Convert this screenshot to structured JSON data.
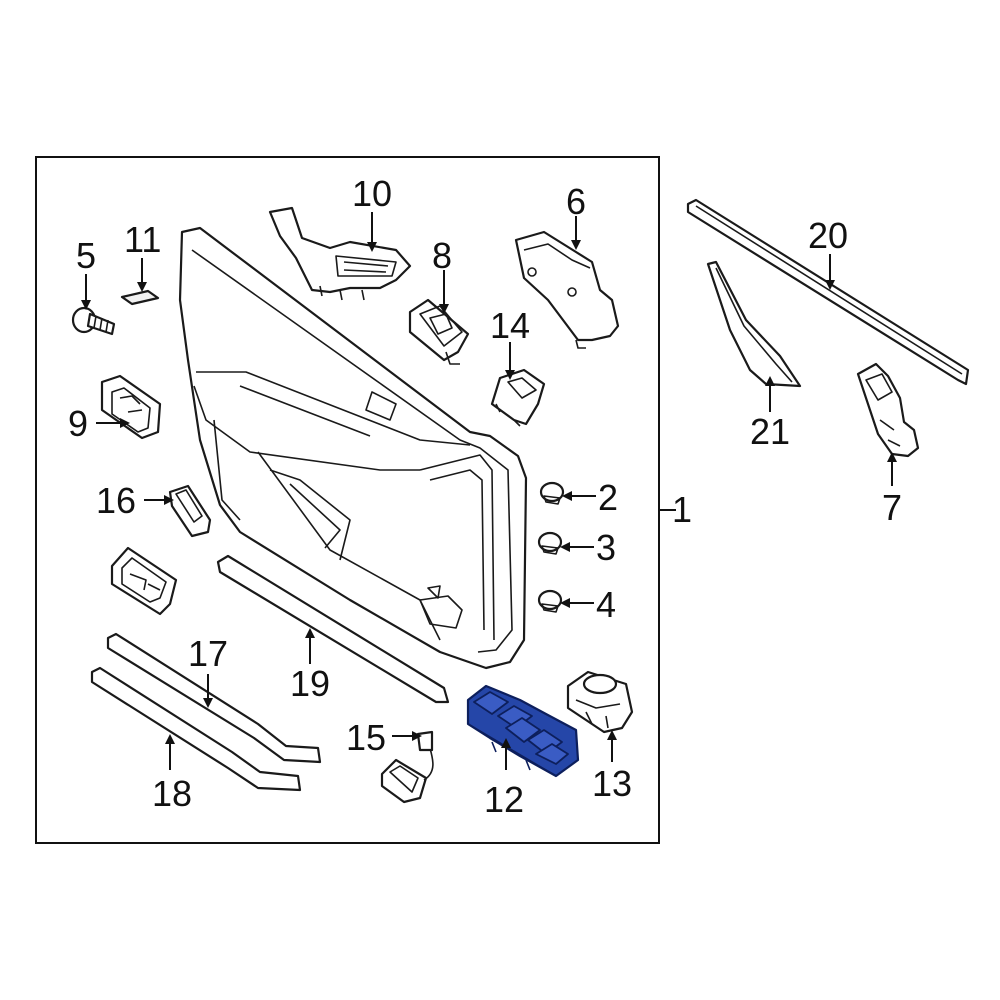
{
  "diagram": {
    "callouts": [
      {
        "id": "1",
        "text": "1"
      },
      {
        "id": "2",
        "text": "2"
      },
      {
        "id": "3",
        "text": "3"
      },
      {
        "id": "4",
        "text": "4"
      },
      {
        "id": "5",
        "text": "5"
      },
      {
        "id": "6",
        "text": "6"
      },
      {
        "id": "7",
        "text": "7"
      },
      {
        "id": "8",
        "text": "8"
      },
      {
        "id": "9",
        "text": "9"
      },
      {
        "id": "10",
        "text": "10"
      },
      {
        "id": "11",
        "text": "11"
      },
      {
        "id": "12",
        "text": "12"
      },
      {
        "id": "13",
        "text": "13"
      },
      {
        "id": "14",
        "text": "14"
      },
      {
        "id": "15",
        "text": "15"
      },
      {
        "id": "16",
        "text": "16"
      },
      {
        "id": "17",
        "text": "17"
      },
      {
        "id": "18",
        "text": "18"
      },
      {
        "id": "19",
        "text": "19"
      },
      {
        "id": "20",
        "text": "20"
      },
      {
        "id": "21",
        "text": "21"
      }
    ],
    "highlighted_part": "12",
    "colors": {
      "highlight": "#2546a8",
      "line": "#1a1a1a",
      "background": "#ffffff"
    }
  }
}
